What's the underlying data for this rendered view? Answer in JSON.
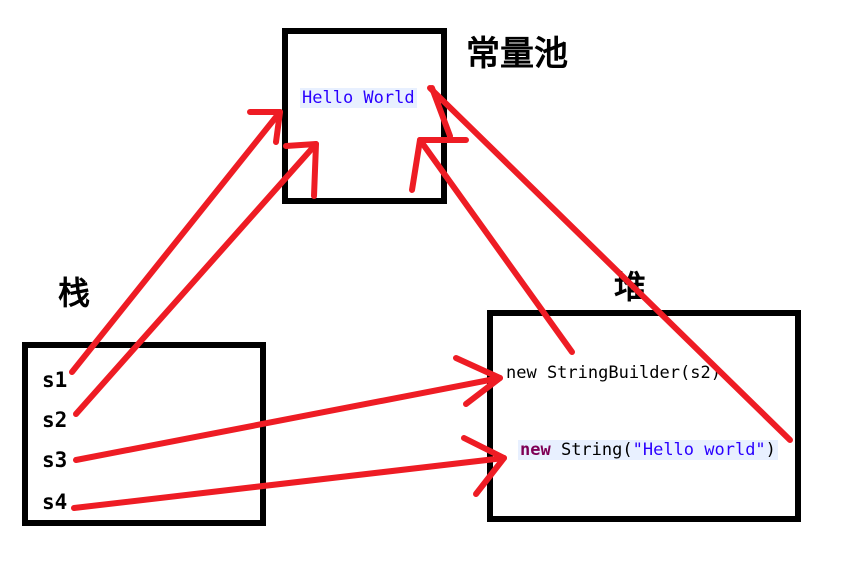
{
  "regions": {
    "constant_pool": "常量池",
    "stack": "栈",
    "heap": "堆"
  },
  "constant_pool_entry": "Hello World",
  "stack_vars": [
    "s1",
    "s2",
    "s3",
    "s4"
  ],
  "heap_objects": {
    "builder": "new StringBuilder(s2)",
    "string": {
      "keyword": "new",
      "class_open": " String(",
      "literal": "\"Hello world\"",
      "close": ")"
    }
  },
  "colors": {
    "arrow": "#ee1c24",
    "box_border": "#000000",
    "string_literal": "#2a00ff",
    "keyword": "#7f0055"
  }
}
